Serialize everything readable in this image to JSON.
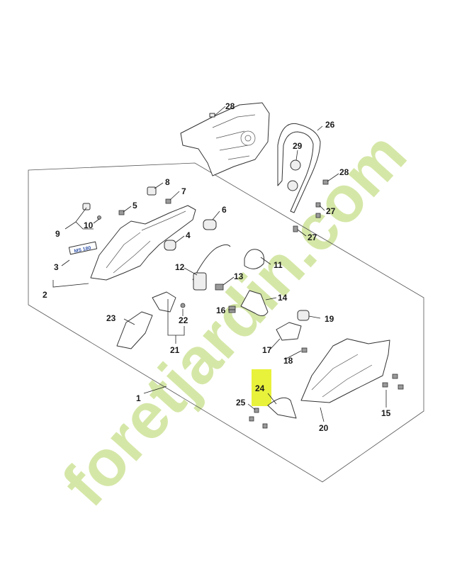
{
  "callouts": {
    "p1": "1",
    "p2": "2",
    "p3": "3",
    "p4": "4",
    "p5": "5",
    "p6": "6",
    "p7": "7",
    "p8": "8",
    "p9": "9",
    "p10": "10",
    "p11": "11",
    "p12": "12",
    "p13": "13",
    "p14": "14",
    "p15": "15",
    "p16": "16",
    "p17": "17",
    "p18": "18",
    "p19": "19",
    "p20": "20",
    "p21": "21",
    "p22": "22",
    "p23": "23",
    "p24": "24",
    "p25": "25",
    "p26": "26",
    "p27a": "27",
    "p27b": "27",
    "p28a": "28",
    "p28b": "28",
    "p29": "29"
  },
  "highlight": {
    "part": "24",
    "color": "#e8f23a"
  },
  "watermark": {
    "text": "foretjardin.com",
    "color_green": "#c8e08a",
    "color_orange": "#f7c58a",
    "color_brown": "#c9bcae"
  },
  "colors": {
    "line": "#333333",
    "callout": "#1a1a1a"
  }
}
